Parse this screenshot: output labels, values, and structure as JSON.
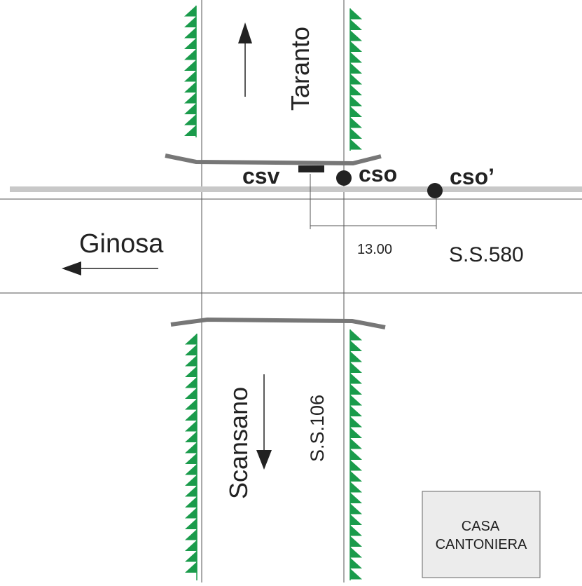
{
  "labels": {
    "taranto": "Taranto",
    "ginosa": "Ginosa",
    "scansano": "Scansano",
    "ss106": "S.S.106",
    "ss580": "S.S.580",
    "csv": "csv",
    "cso": "cso",
    "cso_prime": "cso’",
    "distance": "13.00",
    "casa_line1": "CASA",
    "casa_line2": "CANTONIERA"
  },
  "colors": {
    "road_line": "#555555",
    "rail": "#c8c8c8",
    "barrier": "#777777",
    "vegetation": "#1a9b4b",
    "marker": "#222222",
    "building_fill": "#ececec"
  }
}
